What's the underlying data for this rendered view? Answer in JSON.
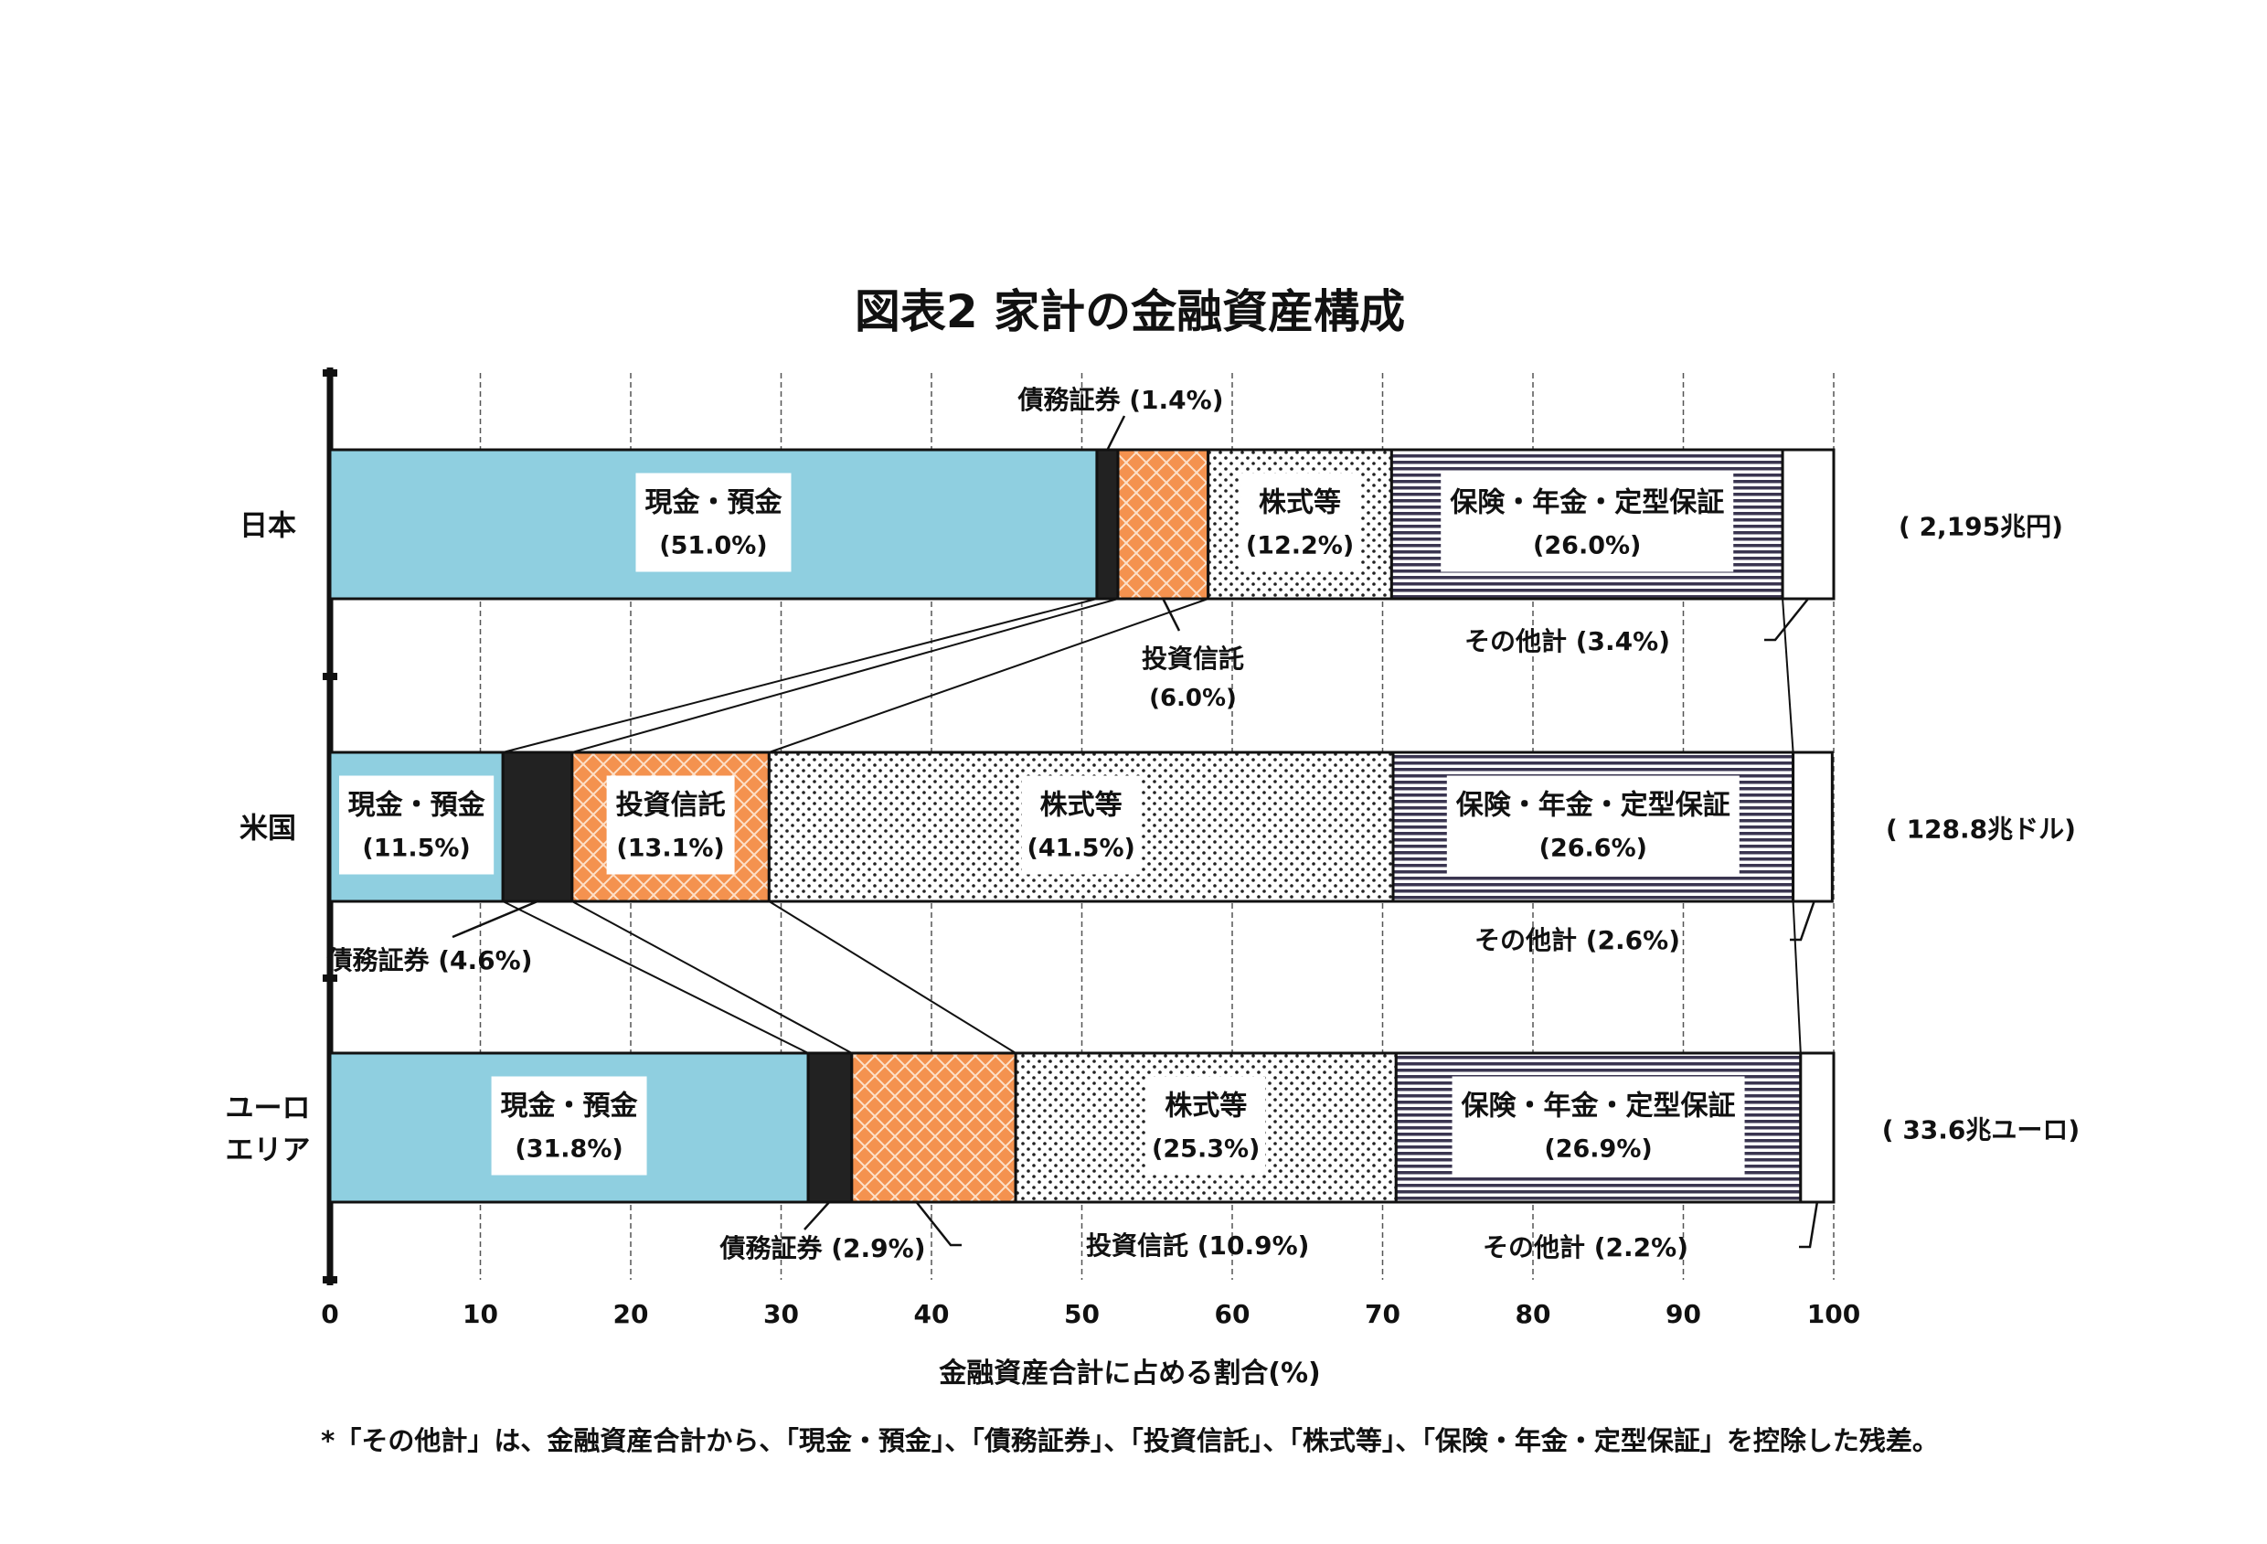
{
  "chart_data": {
    "type": "bar",
    "orientation": "horizontal-stacked-100",
    "title": "図表2 家計の金融資産構成",
    "xlabel": "金融資産合計に占める割合(%)",
    "ylabel": "",
    "xlim": [
      0,
      100
    ],
    "xticks": [
      "0",
      "10",
      "20",
      "30",
      "40",
      "50",
      "60",
      "70",
      "80",
      "90",
      "100"
    ],
    "grid": true,
    "categories": [
      "日本",
      "米国",
      "ユーロエリア"
    ],
    "category_lines": [
      [
        "日本"
      ],
      [
        "米国"
      ],
      [
        "ユーロ",
        "エリア"
      ]
    ],
    "totals": [
      "( 2,195兆円)",
      "( 128.8兆ドル)",
      "( 33.6兆ユーロ)"
    ],
    "series": [
      {
        "name": "現金・預金",
        "color": "#8fcfe0",
        "values": [
          51.0,
          11.5,
          31.8
        ],
        "labels": [
          "(51.0%)",
          "(11.5%)",
          "(31.8%)"
        ]
      },
      {
        "name": "債務証券",
        "color": "#222222",
        "values": [
          1.4,
          4.6,
          2.9
        ],
        "labels": [
          "(1.4%)",
          "(4.6%)",
          "(2.9%)"
        ]
      },
      {
        "name": "投資信託",
        "color": "#f4924f",
        "values": [
          6.0,
          13.1,
          10.9
        ],
        "labels": [
          "(6.0%)",
          "(13.1%)",
          "(10.9%)"
        ]
      },
      {
        "name": "株式等",
        "color": "#ffffff",
        "values": [
          12.2,
          41.5,
          25.3
        ],
        "labels": [
          "(12.2%)",
          "(41.5%)",
          "(25.3%)"
        ]
      },
      {
        "name": "保険・年金・定型保証",
        "color": "#3a3550",
        "values": [
          26.0,
          26.6,
          26.9
        ],
        "labels": [
          "(26.0%)",
          "(26.6%)",
          "(26.9%)"
        ]
      },
      {
        "name": "その他計",
        "color": "#ffffff",
        "values": [
          3.4,
          2.6,
          2.2
        ],
        "labels": [
          "(3.4%)",
          "(2.6%)",
          "(2.2%)"
        ]
      }
    ],
    "footnote": "*「その他計」は、金融資産合計から、「現金・預金」、「債務証券」、「投資信託」、「株式等」、「保険・年金・定型保証」を控除した残差。"
  }
}
